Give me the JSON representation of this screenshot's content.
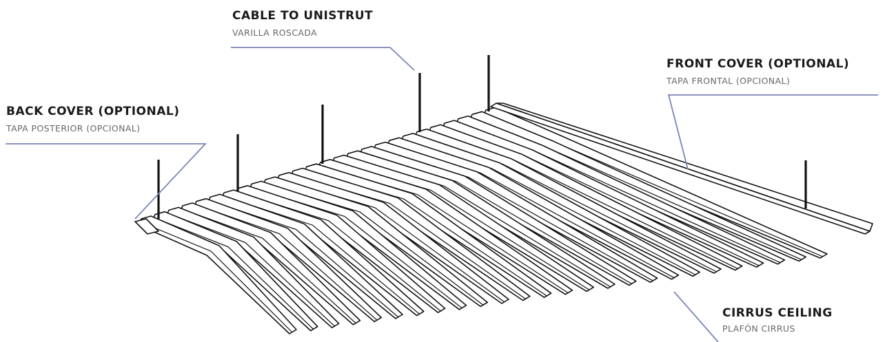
{
  "callouts": {
    "cable": {
      "title": "CABLE TO UNISTRUT",
      "subtitle": "VARILLA ROSCADA"
    },
    "front_cover": {
      "title": "FRONT COVER (OPTIONAL)",
      "subtitle": "TAPA FRONTAL (OPCIONAL)"
    },
    "back_cover": {
      "title": "BACK COVER (OPTIONAL)",
      "subtitle": "TAPA POSTERIOR (OPCIONAL)"
    },
    "ceiling": {
      "title": "CIRRUS CEILING",
      "subtitle": "PLAFÓN CIRRUS"
    }
  },
  "style": {
    "leader_color": "#7b84b8",
    "line_color": "#111111",
    "title_color": "#1a1a1a",
    "subtitle_color": "#666666"
  }
}
